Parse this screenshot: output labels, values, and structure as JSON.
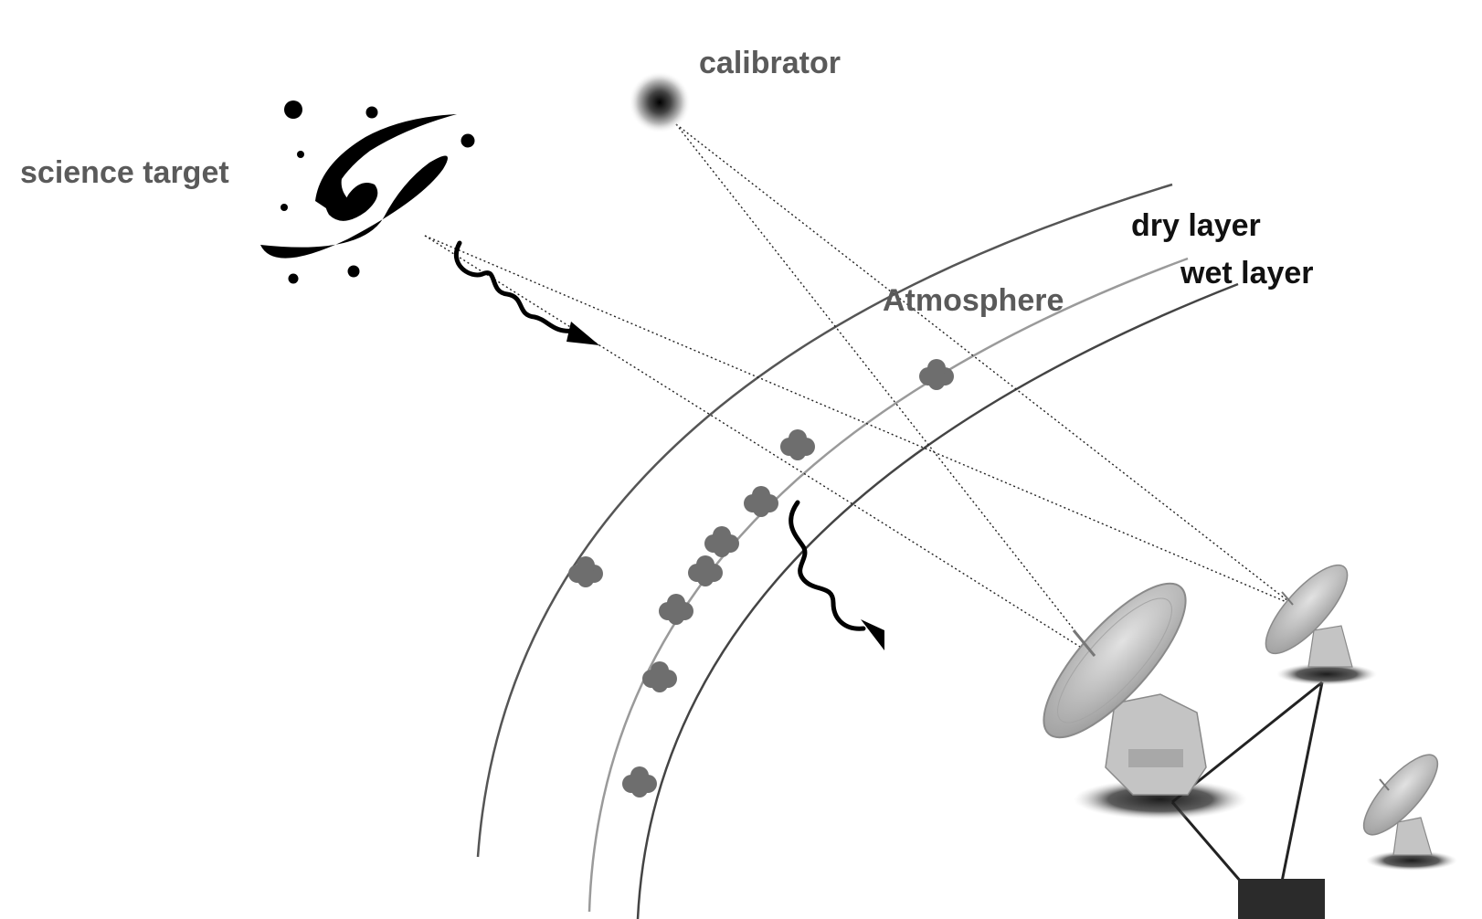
{
  "labels": {
    "science_target": "science target",
    "calibrator": "calibrator",
    "atmosphere": "Atmosphere",
    "dry_layer": "dry layer",
    "wet_layer": "wet layer"
  },
  "colors": {
    "text_grey": "#5a5a5a",
    "text_black": "#111111",
    "cloud": "#6e6e6e",
    "dish": "#b8b8b8",
    "correlator_box": "#2b2b2b"
  },
  "icons": [
    "galaxy-icon",
    "calibrator-source-icon",
    "wave-arrow-icon",
    "cloud-icon",
    "radio-dish-icon",
    "correlator-box-icon"
  ]
}
